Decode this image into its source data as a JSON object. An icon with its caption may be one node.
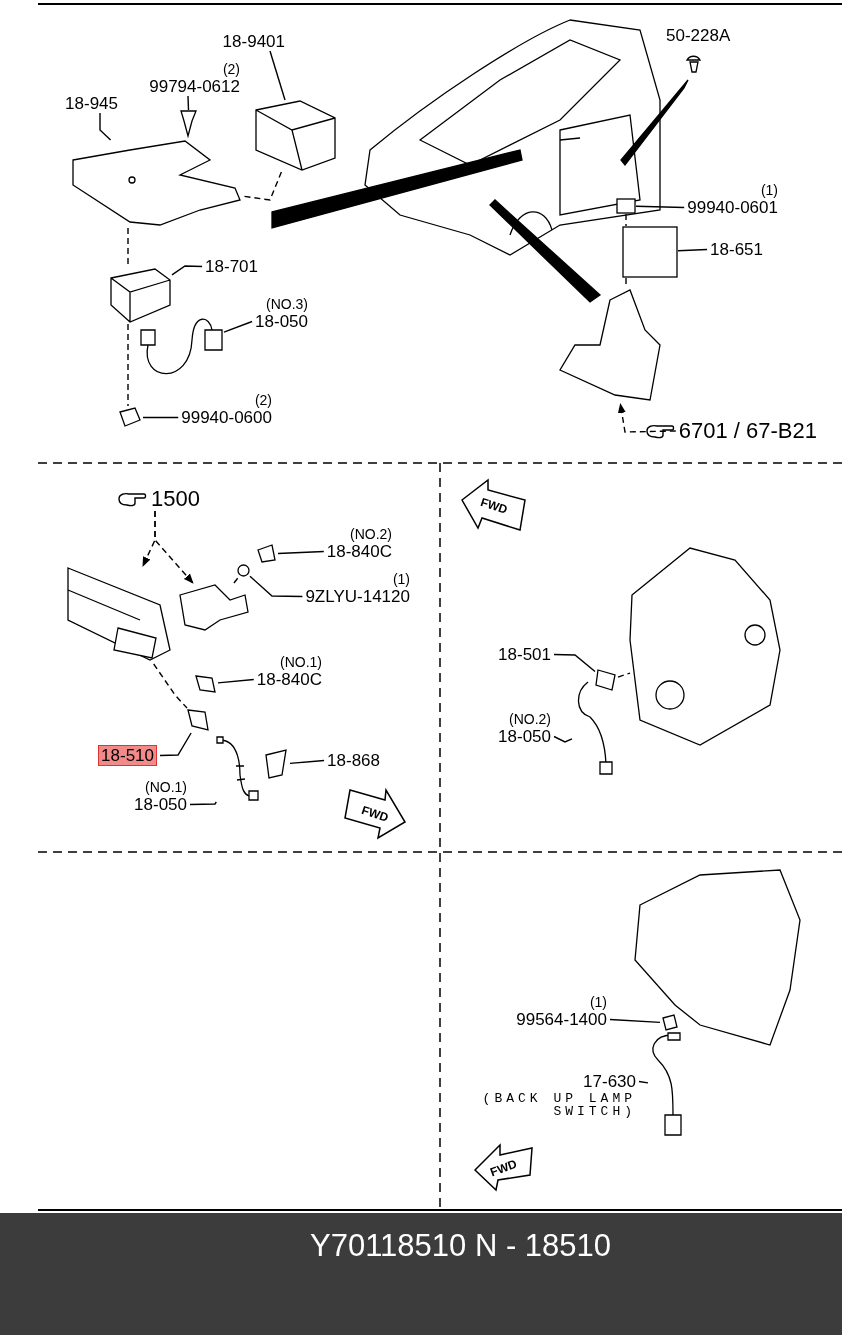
{
  "diagram": {
    "caption": "Y70118510 N - 18510",
    "nodes": [
      {
        "text": [
          "18-9401"
        ]
      },
      {
        "text": [
          "(2)",
          "99794-0612"
        ]
      },
      {
        "text": [
          "18-945"
        ]
      },
      {
        "text": [
          "18-701"
        ]
      },
      {
        "text": [
          "(NO.3)",
          "18-050"
        ]
      },
      {
        "text": [
          "(2)",
          "99940-0600"
        ]
      },
      {
        "text": [
          "(1)",
          "99940-0601"
        ]
      },
      {
        "text": [
          "18-651"
        ]
      },
      {
        "text": [
          "6701 / 67-B21"
        ]
      },
      {
        "text": [
          "1500"
        ]
      },
      {
        "text": [
          "(NO.2)",
          "18-840C"
        ]
      },
      {
        "text": [
          "(1)",
          "9ZLYU-14120"
        ]
      },
      {
        "text": [
          "(NO.1)",
          "18-840C"
        ]
      },
      {
        "text": [
          "18-510"
        ]
      },
      {
        "text": [
          "18-868"
        ]
      },
      {
        "text": [
          "(NO.1)",
          "18-050"
        ]
      },
      {
        "text": [
          "18-501"
        ]
      },
      {
        "text": [
          "(NO.2)",
          "18-050"
        ]
      },
      {
        "text": [
          "(1)",
          "99564-1400"
        ]
      },
      {
        "text": [
          "17-630",
          "(BACK UP LAMP SWITCH)"
        ]
      },
      {
        "text": [],
        "shape": "picture"
      },
      {
        "text": [],
        "shape": "picture"
      },
      {
        "text": [],
        "shape": "picture"
      },
      {
        "text": [],
        "shape": "picture"
      },
      {
        "text": [],
        "shape": "picture"
      },
      {
        "text": [],
        "shape": "picture"
      },
      {
        "text": [],
        "shape": "box"
      },
      {
        "text": [],
        "shape": "box"
      },
      {
        "text": [],
        "shape": "picture"
      },
      {
        "text": [],
        "shape": "picture"
      },
      {
        "text": [],
        "shape": "picture"
      },
      {
        "text": [],
        "shape": "picture"
      },
      {
        "text": [],
        "shape": "circle"
      },
      {
        "text": [],
        "shape": "picture"
      },
      {
        "text": [],
        "shape": "picture"
      },
      {
        "text": [],
        "shape": "picture"
      },
      {
        "text": [],
        "shape": "picture"
      },
      {
        "text": [],
        "shape": "picture"
      },
      {
        "text": [],
        "shape": "picture"
      },
      {
        "text": [],
        "shape": "picture"
      },
      {
        "text": [],
        "shape": "picture"
      },
      {
        "text": [],
        "shape": "picture"
      },
      {
        "text": [
          "FWD"
        ]
      },
      {
        "text": [
          "FWD"
        ]
      },
      {
        "text": [
          "FWD"
        ]
      }
    ],
    "edges": [
      {
        "from": 0,
        "to": 20,
        "arrow": "none"
      },
      {
        "from": 1,
        "to": 21,
        "arrow": "none"
      },
      {
        "from": 2,
        "to": 22,
        "arrow": "none"
      },
      {
        "from": 3,
        "to": 23,
        "arrow": "none"
      },
      {
        "from": 4,
        "to": 24,
        "arrow": "none"
      },
      {
        "from": 5,
        "to": 25,
        "arrow": "none"
      },
      {
        "from": 6,
        "to": 26,
        "arrow": "none"
      },
      {
        "from": 7,
        "to": 27,
        "arrow": "none"
      },
      {
        "from": 8,
        "to": 28,
        "arrow": "to",
        "style": "dashed"
      },
      {
        "from": 9,
        "to": 29,
        "arrow": "to",
        "style": "dashed"
      },
      {
        "from": 9,
        "to": 30,
        "arrow": "to",
        "style": "dashed"
      },
      {
        "from": 10,
        "to": 31,
        "arrow": "none"
      },
      {
        "from": 11,
        "to": 32,
        "arrow": "none"
      },
      {
        "from": 12,
        "to": 33,
        "arrow": "none"
      },
      {
        "from": 13,
        "to": 34,
        "arrow": "none"
      },
      {
        "from": 14,
        "to": 35,
        "arrow": "none"
      },
      {
        "from": 15,
        "to": 36,
        "arrow": "none"
      },
      {
        "from": 16,
        "to": 37,
        "arrow": "none"
      },
      {
        "from": 17,
        "to": 38,
        "arrow": "none"
      },
      {
        "from": 18,
        "to": 39,
        "arrow": "none"
      },
      {
        "from": 19,
        "to": 40,
        "arrow": "none"
      },
      {
        "from": 20,
        "to": 22,
        "arrow": "none",
        "style": "dashed"
      },
      {
        "from": 22,
        "to": 23,
        "arrow": "none",
        "style": "dashed"
      },
      {
        "from": 23,
        "to": 25,
        "arrow": "none",
        "style": "dashed"
      },
      {
        "from": 26,
        "to": 27,
        "arrow": "none",
        "style": "dashed"
      },
      {
        "from": 27,
        "to": 28,
        "arrow": "none",
        "style": "dashed"
      },
      {
        "from": 30,
        "to": 32,
        "arrow": "none",
        "style": "dashed"
      },
      {
        "from": 29,
        "to": 34,
        "arrow": "none",
        "style": "dashed"
      },
      {
        "from": 37,
        "to": 41,
        "arrow": "none",
        "style": "dashed"
      }
    ],
    "labels": [
      "50-228A"
    ]
  }
}
